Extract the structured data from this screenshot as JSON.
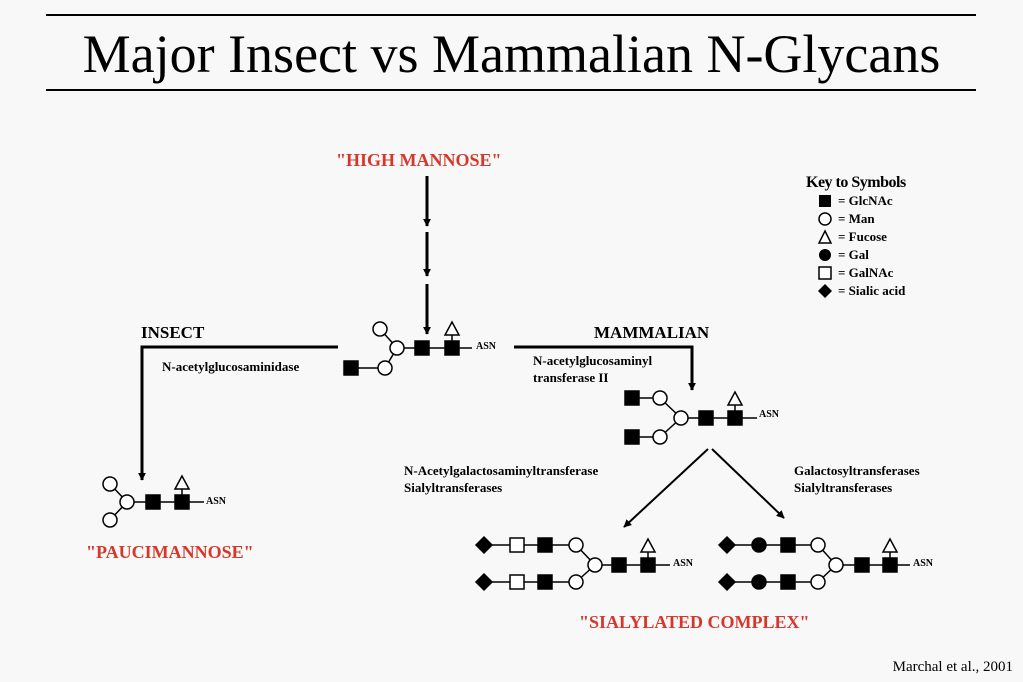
{
  "title": "Major Insect vs Mammalian N-Glycans",
  "labels": {
    "high_mannose": "\"HIGH MANNOSE\"",
    "insect": "INSECT",
    "mammalian": "MAMMALIAN",
    "paucimannose": "\"PAUCIMANNOSE\"",
    "sialylated_complex": "\"SIALYLATED COMPLEX\""
  },
  "enzymes": {
    "insect_enzyme": "N-acetylglucosaminidase",
    "mammal_enzyme_line1": "N-acetylglucosaminyl",
    "mammal_enzyme_line2": "transferase II",
    "left_branch_line1": "N-Acetylgalactosaminyltransferase",
    "left_branch_line2": "Sialyltransferases",
    "right_branch_line1": "Galactosyltransferases",
    "right_branch_line2": "Sialyltransferases"
  },
  "asn_label": "ASN",
  "legend": {
    "title": "Key to Symbols",
    "items": [
      {
        "symbol": "filled-square",
        "label": "= GlcNAc"
      },
      {
        "symbol": "open-circle",
        "label": "= Man"
      },
      {
        "symbol": "open-triangle",
        "label": "= Fucose"
      },
      {
        "symbol": "filled-circle",
        "label": "= Gal"
      },
      {
        "symbol": "open-square",
        "label": "= GalNAc"
      },
      {
        "symbol": "filled-diamond",
        "label": "= Sialic acid"
      }
    ]
  },
  "citation": "Marchal et al., 2001",
  "colors": {
    "accent_red": "#d6372b",
    "ink": "#000000"
  }
}
